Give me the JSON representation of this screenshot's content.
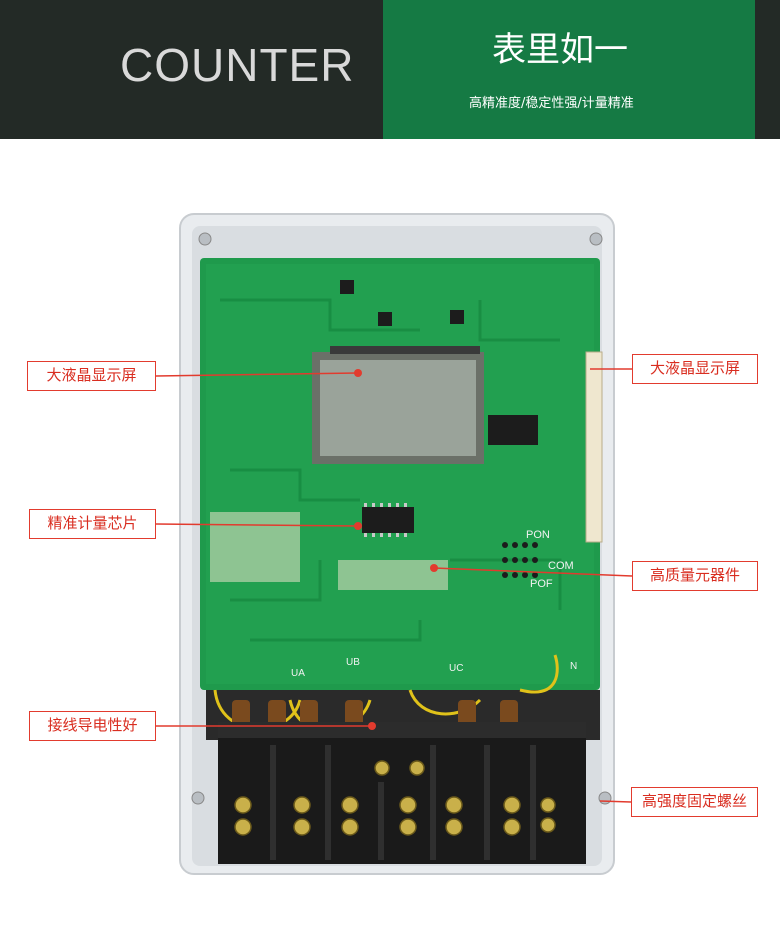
{
  "banner": {
    "brand": "COUNTER",
    "slogan": "表里如一",
    "subtitle": "高精准度/稳定性强/计量精准"
  },
  "callouts": {
    "lcd_left": "大液晶显示屏",
    "lcd_right": "大液晶显示屏",
    "chip": "精准计量芯片",
    "components": "高质量元器件",
    "wiring": "接线导电性好",
    "screws": "高强度固定螺丝"
  },
  "board_marks": {
    "pon": "PON",
    "com": "COM",
    "pof": "POF",
    "ua": "UA",
    "ub": "UB",
    "uc": "UC",
    "n": "N"
  },
  "colors": {
    "banner_dark": "#232a26",
    "banner_green": "#157a44",
    "callout_red": "#e23b2e",
    "pcb_green": "#1f9a4c"
  }
}
